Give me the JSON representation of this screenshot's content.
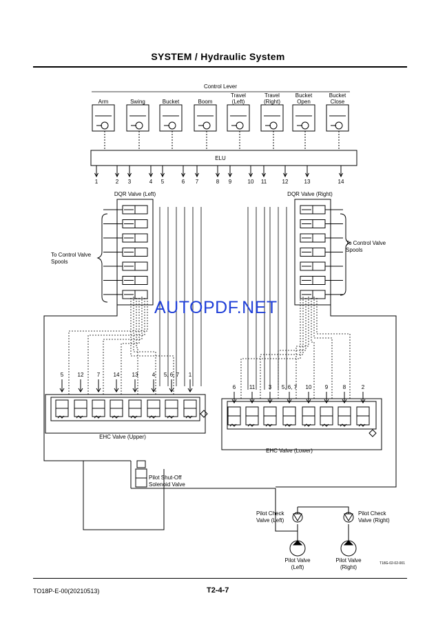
{
  "header": {
    "title": "SYSTEM / Hydraulic System"
  },
  "diagram": {
    "control_lever_title": "Control Lever",
    "levers": [
      {
        "l1": "Arm",
        "l2": ""
      },
      {
        "l1": "Swing",
        "l2": ""
      },
      {
        "l1": "Bucket",
        "l2": ""
      },
      {
        "l1": "Boom",
        "l2": ""
      },
      {
        "l1": "Travel",
        "l2": "(Left)"
      },
      {
        "l1": "Travel",
        "l2": "(Right)"
      },
      {
        "l1": "Bucket",
        "l2": "Open"
      },
      {
        "l1": "Bucket",
        "l2": "Close"
      }
    ],
    "elu_label": "ELU",
    "elu_outputs": [
      "1",
      "2",
      "3",
      "4",
      "5",
      "6",
      "7",
      "8",
      "9",
      "10",
      "11",
      "12",
      "13",
      "14"
    ],
    "dqr_left_label": "DQR Valve (Left)",
    "dqr_right_label": "DQR Valve (Right)",
    "to_spools_left_1": "To Control Valve",
    "to_spools_left_2": "Spools",
    "to_spools_right_1": "To Control Valve",
    "to_spools_right_2": "Spools",
    "ehc_upper_numbers": [
      "5",
      "12",
      "7",
      "14",
      "13",
      "4",
      "5, 6, 7",
      "1"
    ],
    "ehc_upper_label": "EHC Valve (Upper)",
    "ehc_lower_numbers": [
      "6",
      "11",
      "3",
      "5, 6, 7",
      "10",
      "9",
      "8",
      "2"
    ],
    "ehc_lower_label": "EHC Valve (Lower)",
    "pilot_shutoff_1": "Pilot Shut-Off",
    "pilot_shutoff_2": "Solenoid Valve",
    "check_left_1": "Pilot Check",
    "check_left_2": "Valve (Left)",
    "check_right_1": "Pilot Check",
    "check_right_2": "Valve (Right)",
    "pilot_left_1": "Pilot Valve",
    "pilot_left_2": "(Left)",
    "pilot_right_1": "Pilot Valve",
    "pilot_right_2": "(Right)",
    "figure_code": "T18G-02-02-001"
  },
  "watermark": "AUTOPDF.NET",
  "footer": {
    "doc_code": "TO18P-E-00(20210513)",
    "page": "T2-4-7"
  }
}
